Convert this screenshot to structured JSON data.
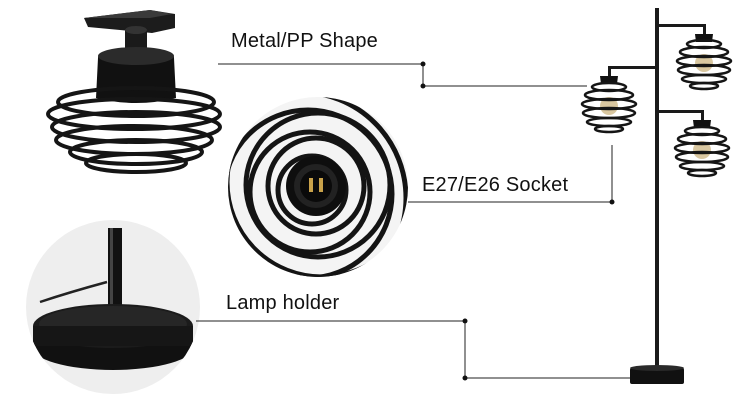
{
  "labels": {
    "shape": "Metal/PP Shape",
    "socket": "E27/E26 Socket",
    "holder": "Lamp holder"
  },
  "colors": {
    "metal": "#1a1a1a",
    "line": "#222222",
    "bulb": "#c9a24a",
    "circle_bg": "#eeeeee"
  },
  "icons": {
    "shade_detail": "lamp-shade-detail-icon",
    "socket_detail": "socket-closeup-icon",
    "base_detail": "lamp-base-icon",
    "product": "floor-lamp-icon"
  }
}
